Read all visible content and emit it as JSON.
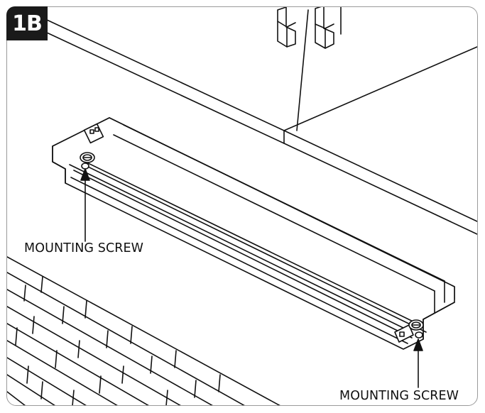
{
  "step": {
    "label": "1B"
  },
  "callouts": {
    "left": "MOUNTING SCREW",
    "right": "MOUNTING SCREW"
  },
  "colors": {
    "line": "#111111",
    "frame": "#9a9a9a",
    "badge": "#1a1a1a"
  }
}
